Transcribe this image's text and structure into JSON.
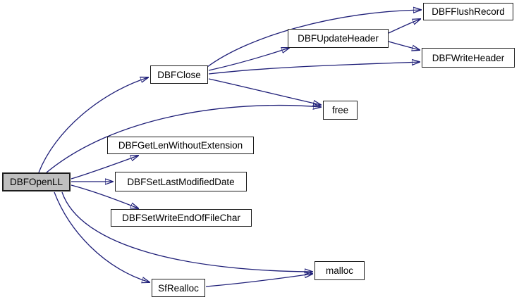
{
  "diagram": {
    "type": "call-graph",
    "root_function": "DBFOpenLL",
    "colors": {
      "background": "#ffffff",
      "edge": "#1f1f78",
      "node_fill": "#ffffff",
      "node_border": "#1c1c1c",
      "root_node_fill": "#bfbfbf",
      "text": "#000000"
    },
    "nodes": [
      {
        "id": "DBFOpenLL",
        "label": "DBFOpenLL",
        "is_root": true
      },
      {
        "id": "DBFClose",
        "label": "DBFClose",
        "is_root": false
      },
      {
        "id": "DBFFlushRecord",
        "label": "DBFFlushRecord",
        "is_root": false
      },
      {
        "id": "DBFUpdateHeader",
        "label": "DBFUpdateHeader",
        "is_root": false
      },
      {
        "id": "DBFWriteHeader",
        "label": "DBFWriteHeader",
        "is_root": false
      },
      {
        "id": "free",
        "label": "free",
        "is_root": false
      },
      {
        "id": "DBFGetLenWithoutExtension",
        "label": "DBFGetLenWithoutExtension",
        "is_root": false
      },
      {
        "id": "DBFSetLastModifiedDate",
        "label": "DBFSetLastModifiedDate",
        "is_root": false
      },
      {
        "id": "DBFSetWriteEndOfFileChar",
        "label": "DBFSetWriteEndOfFileChar",
        "is_root": false
      },
      {
        "id": "malloc",
        "label": "malloc",
        "is_root": false
      },
      {
        "id": "SfRealloc",
        "label": "SfRealloc",
        "is_root": false
      }
    ],
    "edges": [
      {
        "from": "DBFOpenLL",
        "to": "DBFClose"
      },
      {
        "from": "DBFOpenLL",
        "to": "free"
      },
      {
        "from": "DBFOpenLL",
        "to": "DBFGetLenWithoutExtension"
      },
      {
        "from": "DBFOpenLL",
        "to": "DBFSetLastModifiedDate"
      },
      {
        "from": "DBFOpenLL",
        "to": "DBFSetWriteEndOfFileChar"
      },
      {
        "from": "DBFOpenLL",
        "to": "malloc"
      },
      {
        "from": "DBFOpenLL",
        "to": "SfRealloc"
      },
      {
        "from": "DBFClose",
        "to": "DBFFlushRecord"
      },
      {
        "from": "DBFClose",
        "to": "DBFUpdateHeader"
      },
      {
        "from": "DBFClose",
        "to": "DBFWriteHeader"
      },
      {
        "from": "DBFClose",
        "to": "free"
      },
      {
        "from": "DBFUpdateHeader",
        "to": "DBFFlushRecord"
      },
      {
        "from": "DBFUpdateHeader",
        "to": "DBFWriteHeader"
      },
      {
        "from": "SfRealloc",
        "to": "malloc"
      }
    ]
  }
}
